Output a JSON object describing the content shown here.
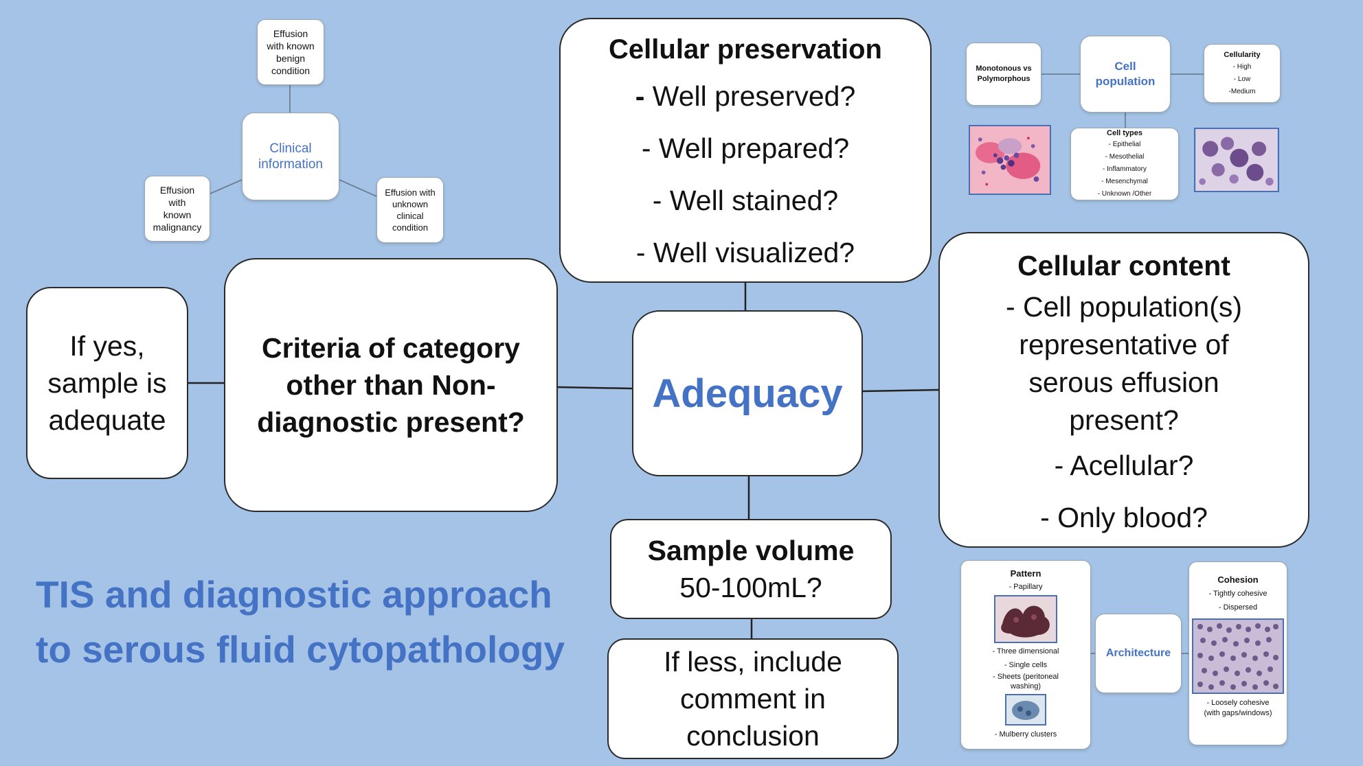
{
  "title": {
    "line1": "TIS and diagnostic approach",
    "line2": "to serous fluid cytopathology"
  },
  "center": {
    "label": "Adequacy"
  },
  "criteria_box": {
    "lines": [
      "Criteria of  category",
      "other than Non-",
      "diagnostic present?"
    ]
  },
  "if_yes_box": {
    "lines": [
      "If yes,",
      "sample is",
      "adequate"
    ]
  },
  "preservation": {
    "heading": "Cellular preservation",
    "items": [
      "Well preserved?",
      "- Well prepared?",
      "- Well stained?",
      "- Well visualized?"
    ]
  },
  "content": {
    "heading": "Cellular content",
    "lines": [
      "- Cell population(s)",
      "representative of",
      "serous effusion",
      "present?",
      "- Acellular?",
      "- Only blood?"
    ]
  },
  "volume": {
    "heading": "Sample volume",
    "value": "50-100mL?"
  },
  "less_box": {
    "lines": [
      "If less, include",
      "comment in",
      "conclusion"
    ]
  },
  "clinical": {
    "center": [
      "Clinical",
      "information"
    ],
    "benign": [
      "Effusion",
      "with known",
      "benign",
      "condition"
    ],
    "malignancy": [
      "Effusion",
      "with",
      "known",
      "malignancy"
    ],
    "unknown": [
      "Effusion with",
      "unknown",
      "clinical",
      "condition"
    ]
  },
  "cell_population": {
    "center": [
      "Cell",
      "population"
    ],
    "mono": [
      "Monotonous vs",
      "Polymorphous"
    ],
    "cellularity": {
      "heading": "Cellularity",
      "items": [
        "- High",
        "- Low",
        "-Medium"
      ]
    },
    "cell_types": {
      "heading": "Cell types",
      "items": [
        "- Epithelial",
        "- Mesothelial",
        "- Inflammatory",
        "- Mesenchymal",
        "- Unknown /Other"
      ]
    }
  },
  "architecture": {
    "center": "Architecture",
    "pattern": {
      "heading": "Pattern",
      "first": "- Papillary",
      "items": [
        "- Three dimensional",
        "- Single cells",
        "- Sheets (peritoneal",
        "washing)"
      ],
      "last": "- Mulberry clusters"
    },
    "cohesion": {
      "heading": "Cohesion",
      "items": [
        "- Tightly cohesive",
        "- Dispersed"
      ],
      "bottom": [
        "- Loosely cohesive",
        "(with gaps/windows)"
      ]
    }
  }
}
